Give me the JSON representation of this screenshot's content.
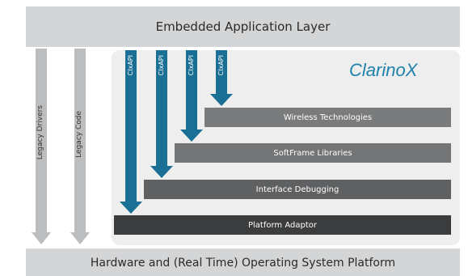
{
  "top_layer": {
    "label": "Embedded Application Layer"
  },
  "bottom_layer": {
    "label": "Hardware and (Real Time) Operating System Platform"
  },
  "logo": {
    "text": "ClarinoX"
  },
  "api_arrows": {
    "labels": [
      "CIxAPI",
      "CIxAPI",
      "CIxAPI",
      "CIxAPI"
    ]
  },
  "legacy": {
    "drivers": "Legacy Drivers",
    "code": "Legacy Code"
  },
  "layers": {
    "wireless": "Wireless Technologies",
    "softframe": "SoftFrame Libraries",
    "debugging": "Interface Debugging",
    "adaptor": "Platform Adaptor"
  },
  "colors": {
    "api_arrow": "#1a6f95",
    "legacy_arrow": "#bcbdbf",
    "logo": "#1f82ad"
  }
}
